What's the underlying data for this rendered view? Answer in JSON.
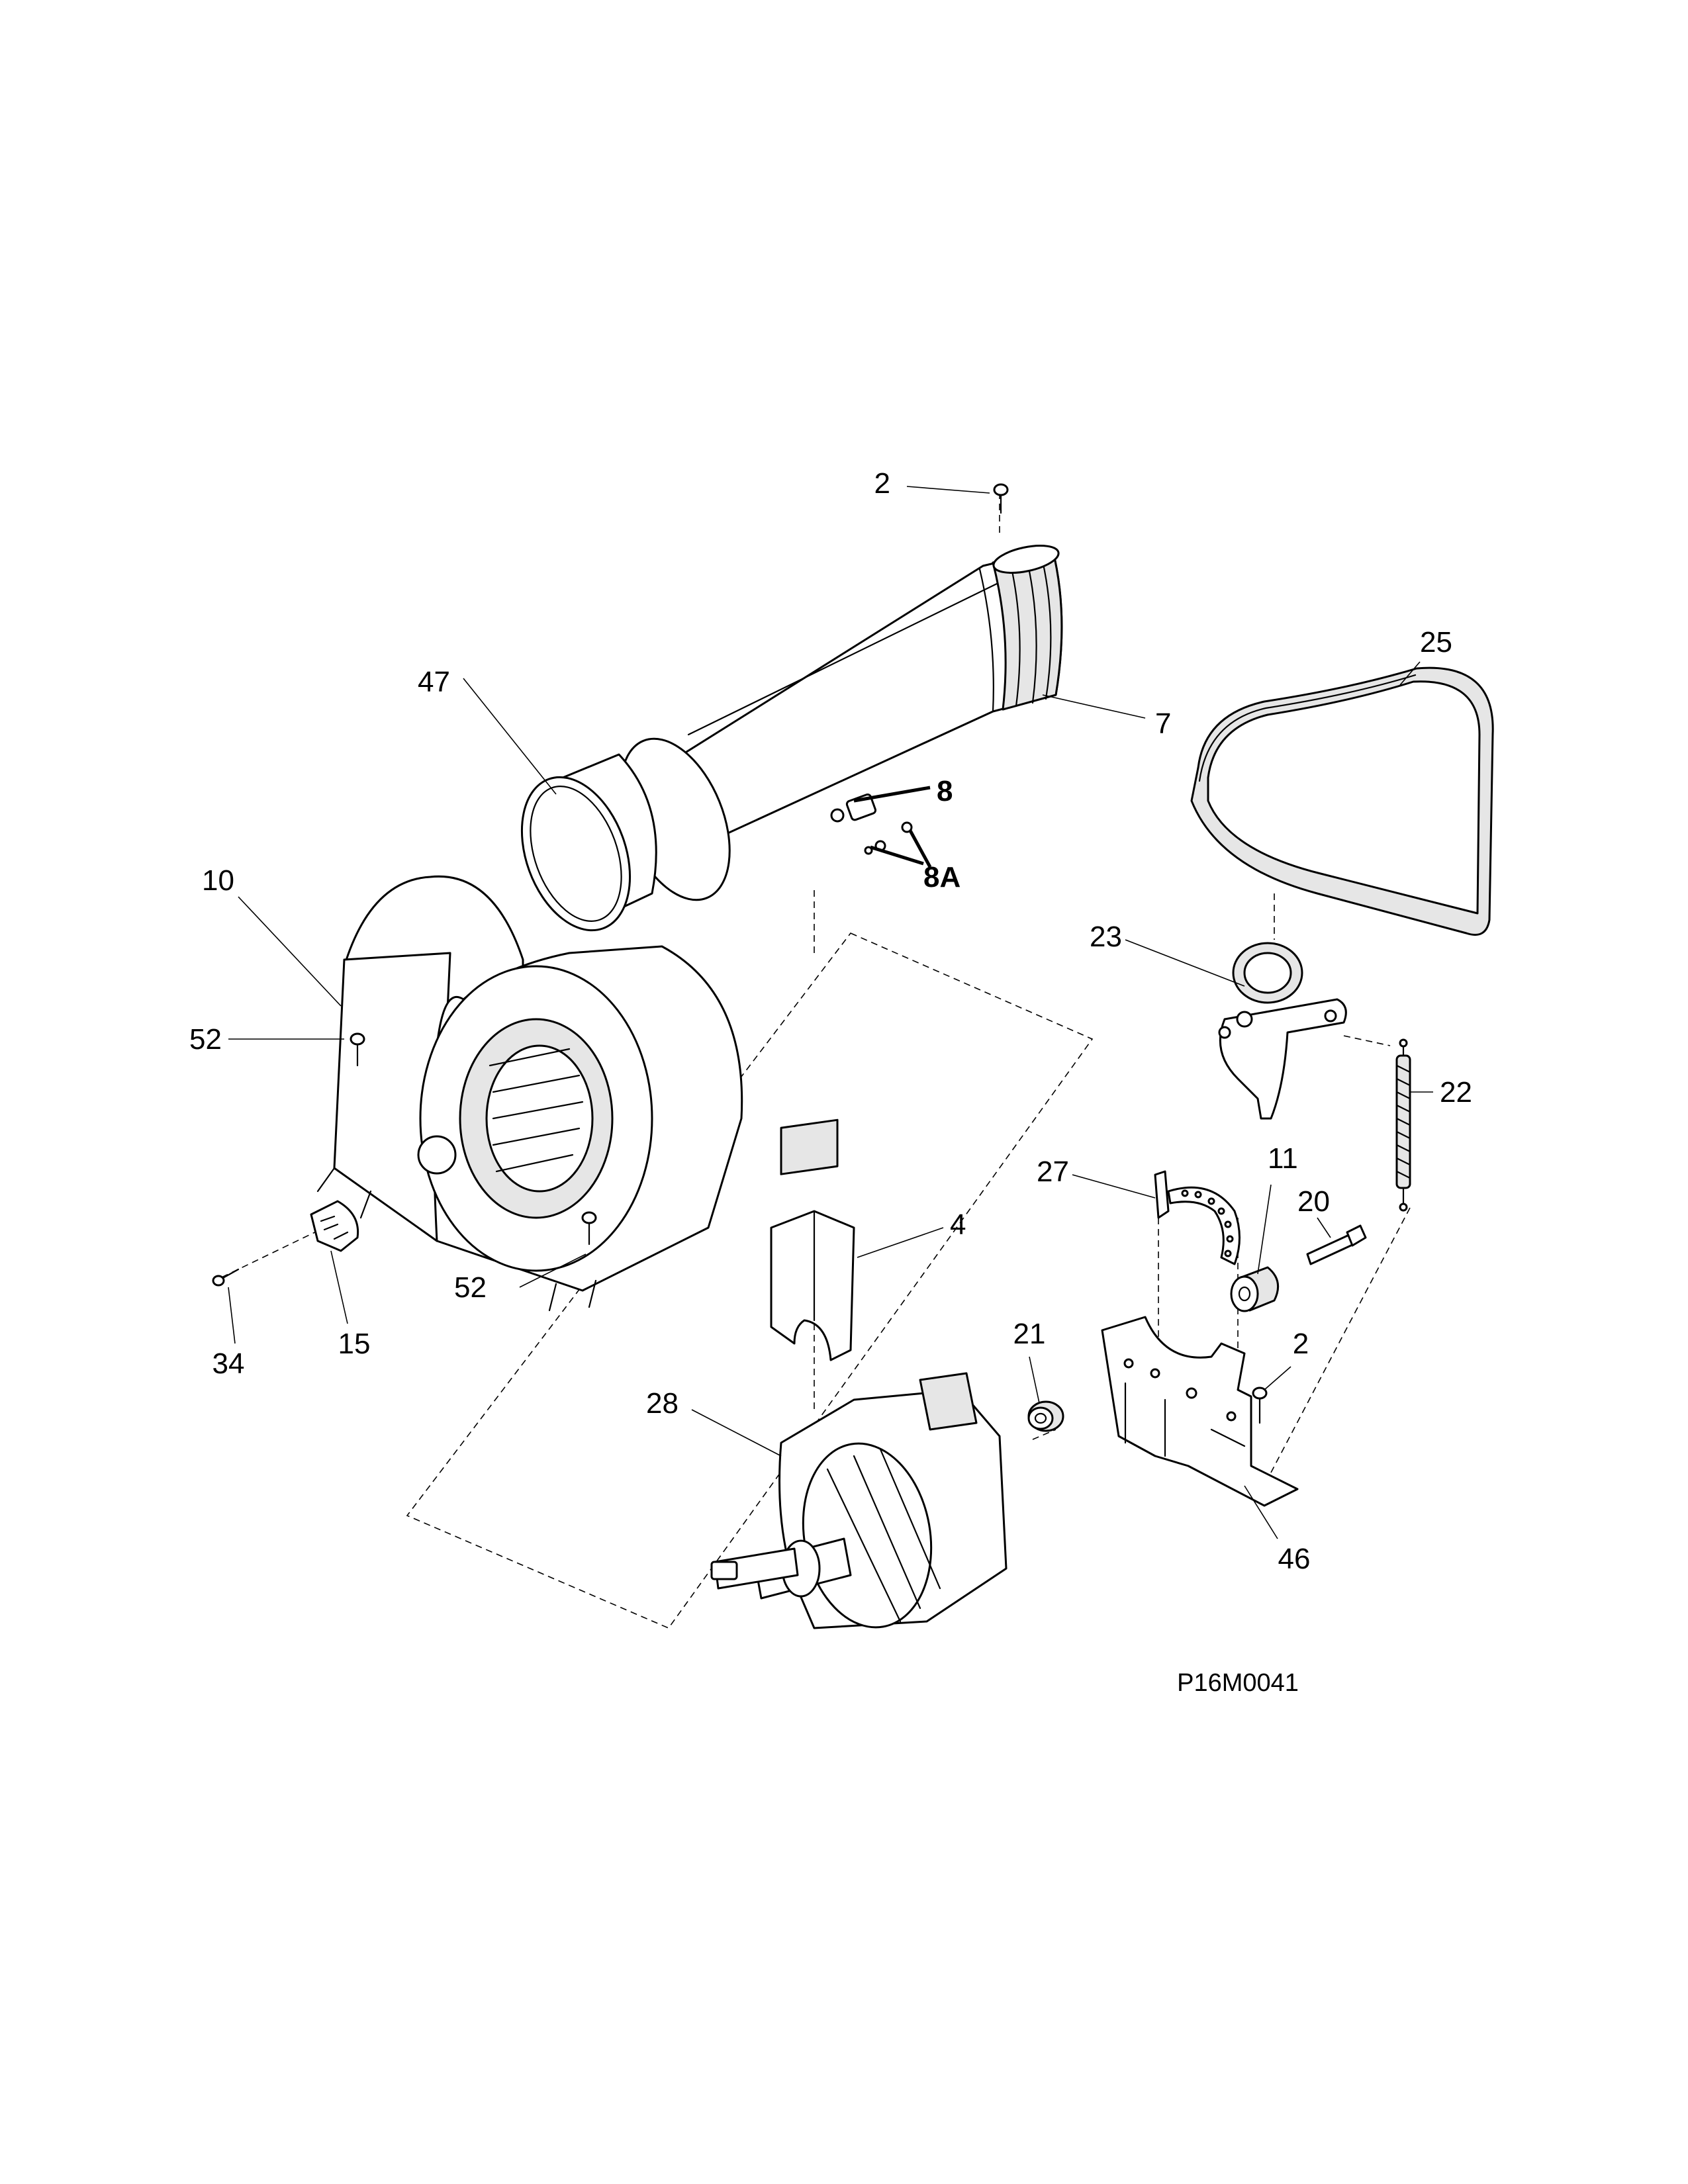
{
  "diagram_code": "P16M0041",
  "callouts": {
    "c2a": "2",
    "c47": "47",
    "c7": "7",
    "c8": "8",
    "c8a": "8A",
    "c25": "25",
    "c10": "10",
    "c23": "23",
    "c52a": "52",
    "c22": "22",
    "c27": "27",
    "c11": "11",
    "c20": "20",
    "c4": "4",
    "c52b": "52",
    "c34": "34",
    "c15": "15",
    "c21": "21",
    "c2b": "2",
    "c28": "28",
    "c46": "46"
  }
}
